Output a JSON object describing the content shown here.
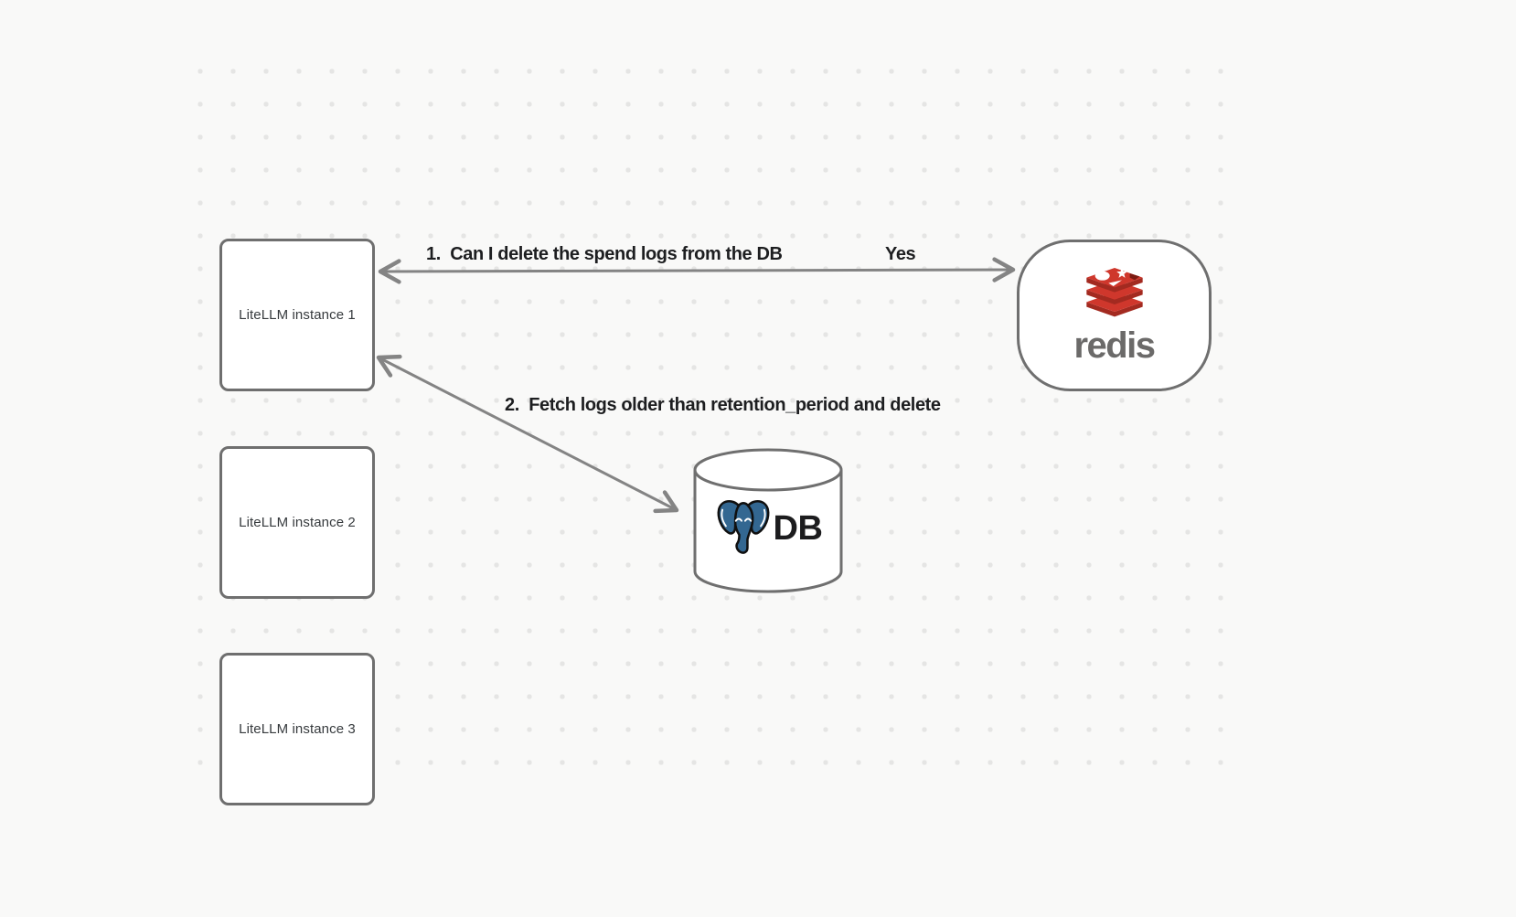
{
  "canvas": {
    "background_color": "#f9f9f8",
    "dot_grid_color": "#e5e5e4"
  },
  "colors": {
    "node_border": "#6f6f6f",
    "node_fill": "#ffffff",
    "arrow": "#848484",
    "label_text": "#1d1e20",
    "redis_red": "#cf372c",
    "redis_dark_red": "#a32a20",
    "redis_wordmark_gray": "#6b6a69",
    "postgres_blue": "#336791"
  },
  "nodes": {
    "litellm_instances": [
      {
        "label": "LiteLLM instance 1"
      },
      {
        "label": "LiteLLM instance 2"
      },
      {
        "label": "LiteLLM instance 3"
      }
    ],
    "redis": {
      "wordmark": "redis",
      "logo_icon": "redis-logo"
    },
    "db": {
      "label": "DB",
      "logo_icon": "postgresql-elephant-logo",
      "shape_icon": "database-cylinder"
    }
  },
  "arrows": [
    {
      "label": "1.  Can I delete the spend logs from the DB",
      "response_label": "Yes",
      "between": [
        "LiteLLM instance 1",
        "redis"
      ],
      "double_headed": true
    },
    {
      "label": "2.  Fetch logs older than retention_period and delete",
      "between": [
        "LiteLLM instance 1",
        "DB"
      ],
      "double_headed": true
    }
  ]
}
